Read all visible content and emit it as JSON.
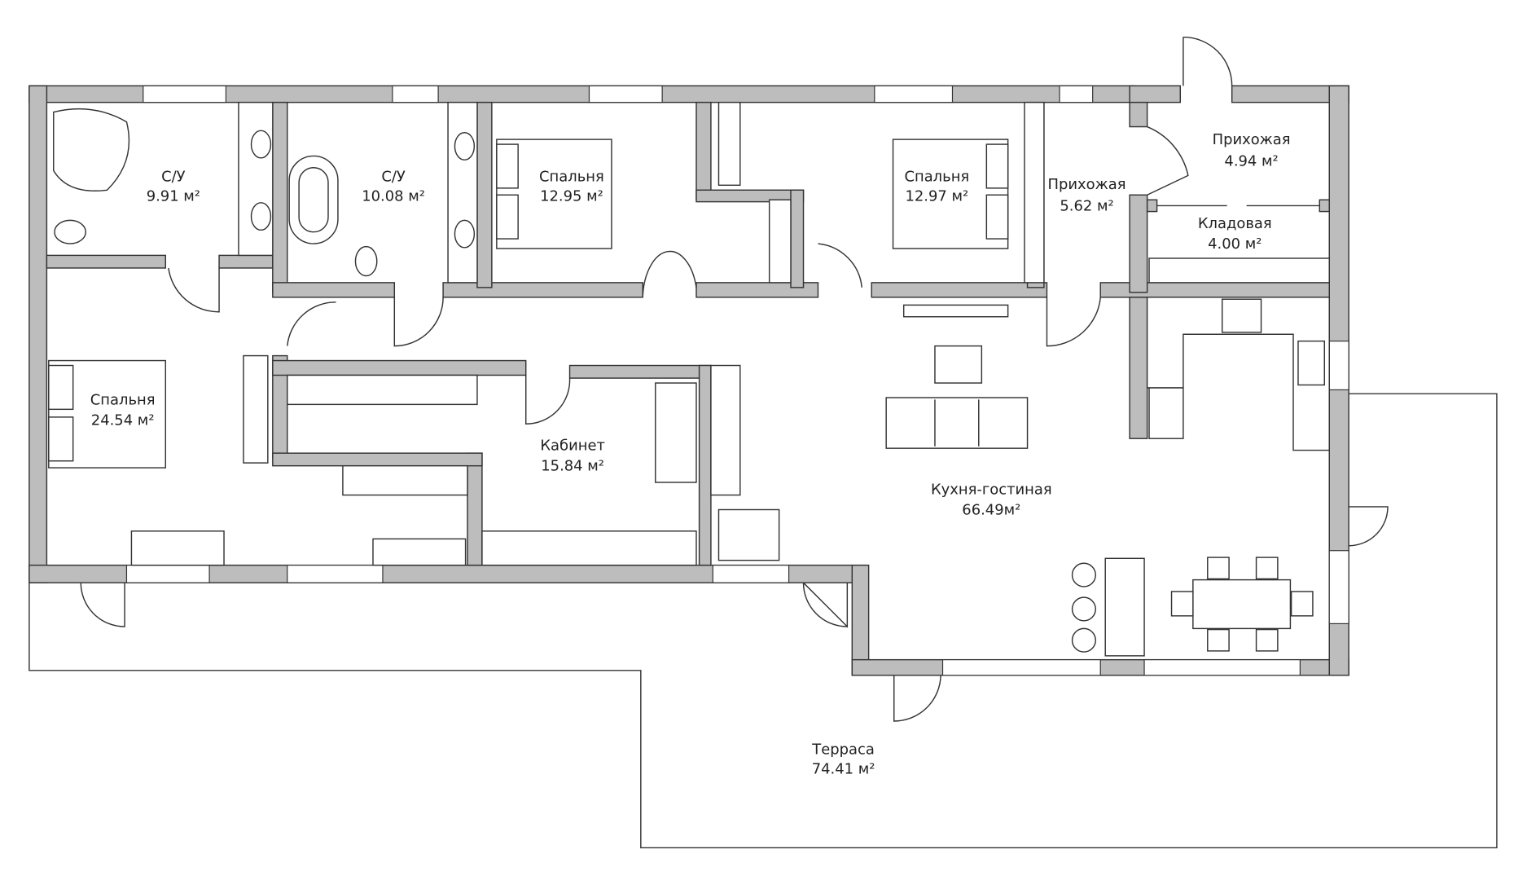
{
  "plan": {
    "rooms": [
      {
        "id": "bath1",
        "name": "С/У",
        "area": "9.91 м²"
      },
      {
        "id": "bath2",
        "name": "С/У",
        "area": "10.08 м²"
      },
      {
        "id": "bed1",
        "name": "Спальня",
        "area": "12.95 м²"
      },
      {
        "id": "bed2",
        "name": "Спальня",
        "area": "12.97 м²"
      },
      {
        "id": "hall1",
        "name": "Прихожая",
        "area": "5.62 м²"
      },
      {
        "id": "hall2",
        "name": "Прихожая",
        "area": "4.94 м²"
      },
      {
        "id": "pantry",
        "name": "Кладовая",
        "area": "4.00 м²"
      },
      {
        "id": "bed3",
        "name": "Спальня",
        "area": "24.54 м²"
      },
      {
        "id": "office",
        "name": "Кабинет",
        "area": "15.84 м²"
      },
      {
        "id": "kitchen",
        "name": "Кухня-гостиная",
        "area": "66.49м²"
      },
      {
        "id": "terrace",
        "name": "Терраса",
        "area": "74.41 м²"
      }
    ],
    "colors": {
      "wall": "#bdbdbd",
      "line": "#333333",
      "background": "#ffffff"
    }
  }
}
